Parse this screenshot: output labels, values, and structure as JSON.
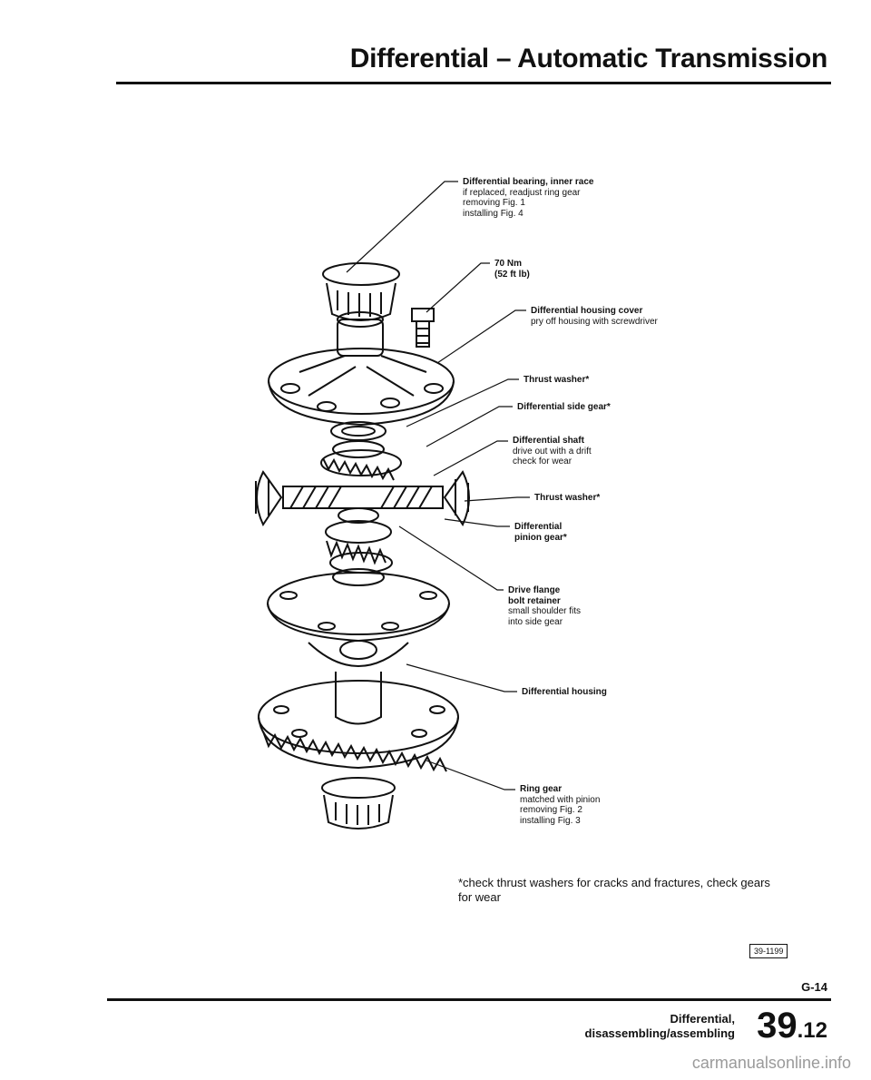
{
  "header": {
    "title": "Differential – Automatic Transmission"
  },
  "callouts": [
    {
      "name": "Differential bearing, inner race",
      "notes": [
        "if replaced, readjust ring gear",
        "removing Fig. 1",
        "installing Fig. 4"
      ]
    },
    {
      "name": "70 Nm",
      "notes": [
        "(52 ft lb)"
      ]
    },
    {
      "name": "Differential housing cover",
      "notes": [
        "pry off housing with screwdriver"
      ]
    },
    {
      "name": "Thrust washer*",
      "notes": []
    },
    {
      "name": "Differential side gear*",
      "notes": []
    },
    {
      "name": "Differential shaft",
      "notes": [
        "drive out with a drift",
        "check for wear"
      ]
    },
    {
      "name": "Thrust washer*",
      "notes": []
    },
    {
      "name": "Differential",
      "notes": [
        "pinion gear*"
      ]
    },
    {
      "name": "Drive flange",
      "notes": [
        "bolt retainer",
        "small shoulder fits",
        "into side gear"
      ]
    },
    {
      "name": "Differential housing",
      "notes": []
    },
    {
      "name": "Ring gear",
      "notes": [
        "matched with pinion",
        "removing Fig. 2",
        "installing Fig. 3"
      ]
    }
  ],
  "footnote": "*check thrust washers for cracks and fractures, check gears for wear",
  "figure_id": "39-1199",
  "page_code": "G-14",
  "footer": {
    "section_line1": "Differential,",
    "section_line2": "disassembling/assembling",
    "number_main": "39",
    "number_sub": ".12"
  },
  "watermark": "carmanualsonline.info"
}
